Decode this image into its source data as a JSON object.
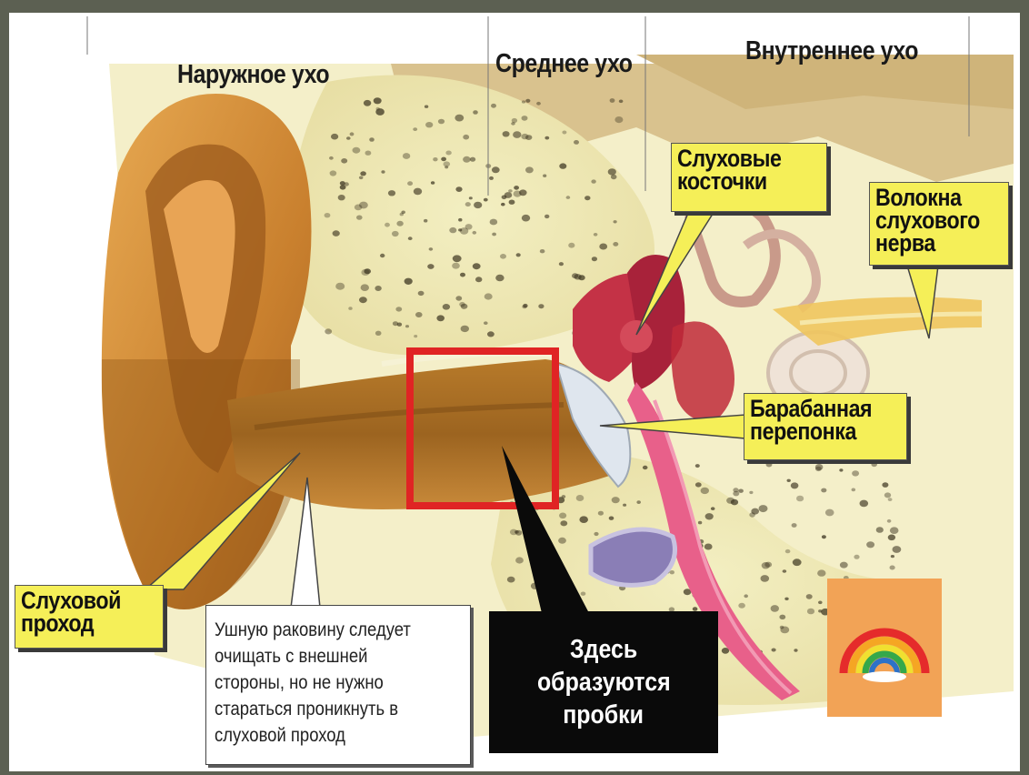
{
  "regions": {
    "outer": "Наружное ухо",
    "middle": "Среднее ухо",
    "inner": "Внутреннее ухо"
  },
  "callouts": {
    "ossicles": [
      "Слуховые",
      "косточки"
    ],
    "nerve": [
      "Волокна",
      "слухового",
      "нерва"
    ],
    "eardrum": [
      "Барабанная",
      "перепонка"
    ],
    "canal": [
      "Слуховой",
      "проход"
    ]
  },
  "note_lines": [
    "Ушную раковину следует",
    "очищать с внешней",
    "стороны, но не нужно",
    "стараться проникнуть в",
    "слуховой проход"
  ],
  "plug_lines": [
    "Здесь",
    "образуются",
    "пробки"
  ],
  "colors": {
    "callout": "#f5ef58",
    "highlight": "#e02424",
    "skin": "#d9923e",
    "bone": "#ede8b4",
    "cochlea": "#c02a3a",
    "tube": "#e8608a"
  }
}
